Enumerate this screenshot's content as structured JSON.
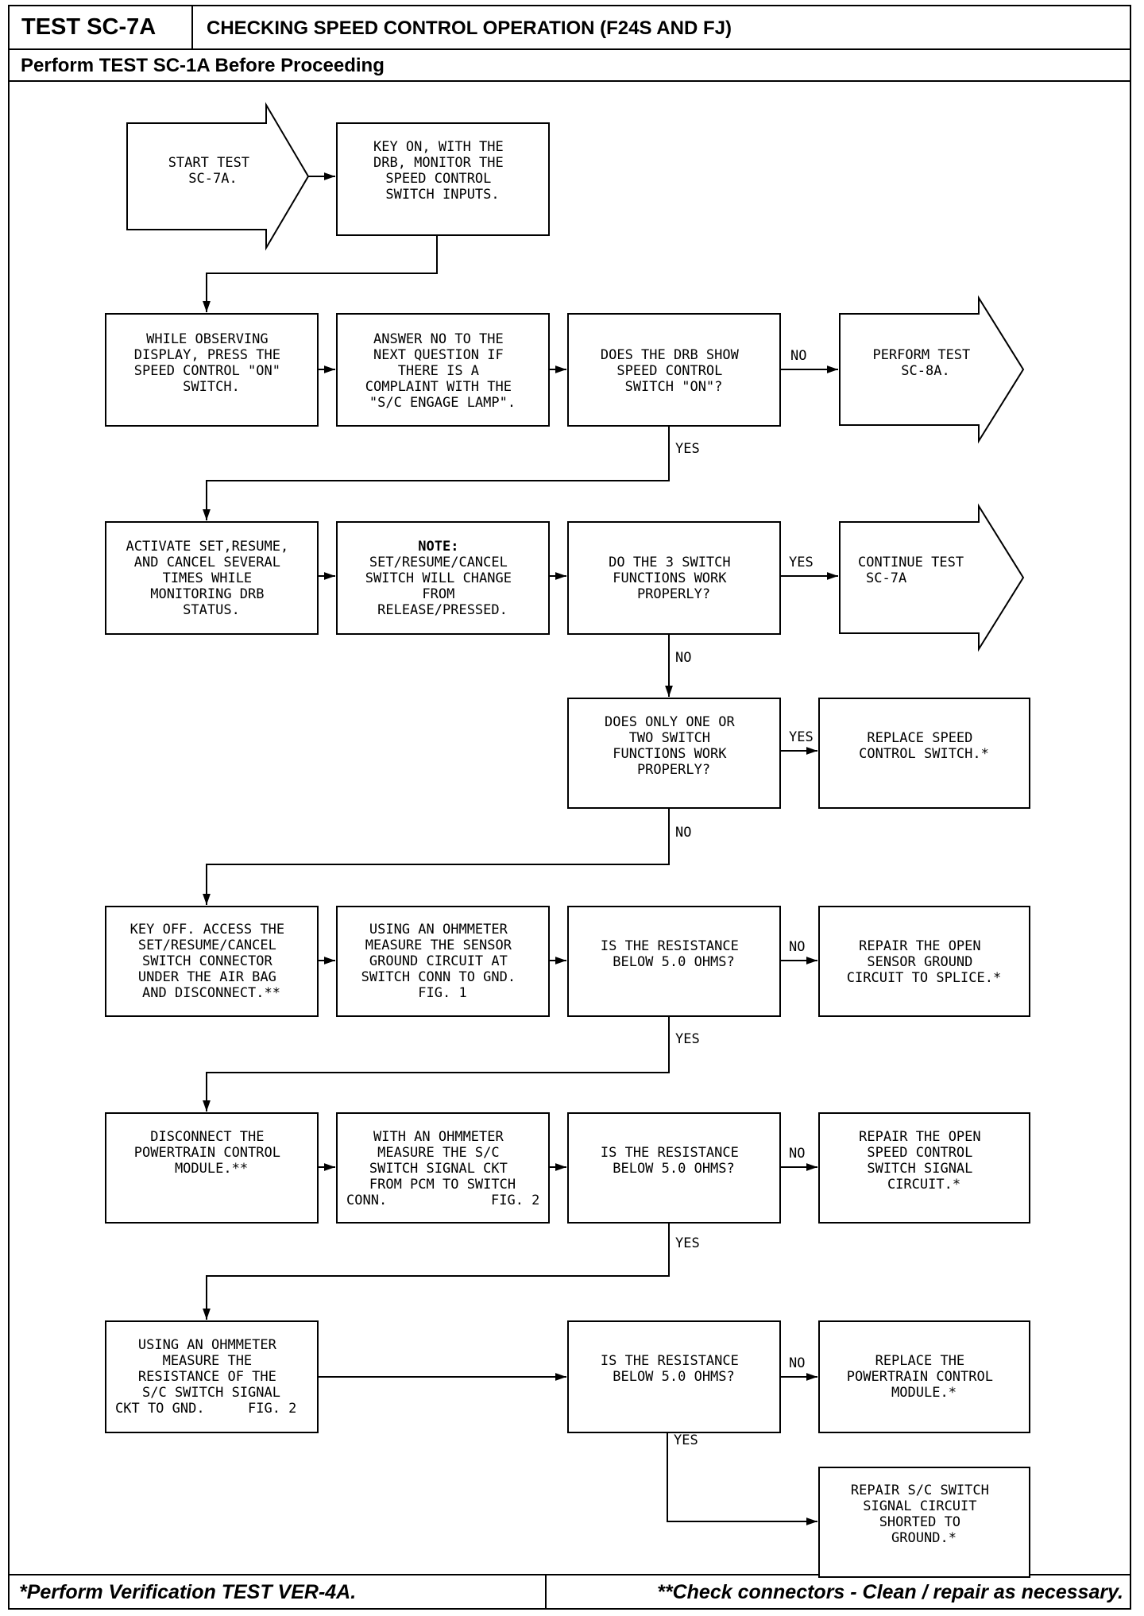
{
  "header": {
    "test_id": "TEST SC-7A",
    "title": "CHECKING SPEED CONTROL OPERATION (F24S AND FJ)",
    "prerequisite": "Perform TEST SC-1A Before Proceeding"
  },
  "footer": {
    "left_note": "*Perform Verification TEST VER-4A.",
    "right_note": "**Check connectors - Clean / repair as necessary."
  },
  "steps": {
    "start": [
      "START TEST",
      "SC-7A."
    ],
    "key_on": [
      "KEY ON, WITH THE",
      "DRB, MONITOR THE",
      "SPEED CONTROL",
      "SWITCH INPUTS."
    ],
    "press_on": [
      "WHILE OBSERVING",
      "DISPLAY, PRESS THE",
      "SPEED CONTROL \"ON\"",
      "SWITCH."
    ],
    "answer_no": [
      "ANSWER NO TO THE",
      "NEXT QUESTION IF",
      "THERE IS A",
      "COMPLAINT WITH THE",
      "\"S/C ENGAGE LAMP\"."
    ],
    "q_drb_on": [
      "DOES THE DRB SHOW",
      "SPEED CONTROL",
      "SWITCH \"ON\"?"
    ],
    "perform_sc8a": [
      "PERFORM TEST",
      "SC-8A."
    ],
    "activate": [
      "ACTIVATE SET,RESUME,",
      "AND CANCEL SEVERAL",
      "TIMES WHILE",
      "MONITORING DRB",
      "STATUS."
    ],
    "note_title": "NOTE:",
    "note": [
      "SET/RESUME/CANCEL",
      "SWITCH WILL CHANGE",
      "FROM",
      "RELEASE/PRESSED."
    ],
    "q_three": [
      "DO THE 3 SWITCH",
      "FUNCTIONS WORK",
      "PROPERLY?"
    ],
    "continue": [
      "CONTINUE TEST",
      "SC-7A"
    ],
    "q_one_two": [
      "DOES ONLY ONE OR",
      "TWO SWITCH",
      "FUNCTIONS WORK",
      "PROPERLY?"
    ],
    "replace_switch": [
      "REPLACE SPEED",
      "CONTROL SWITCH.*"
    ],
    "key_off": [
      "KEY OFF. ACCESS THE",
      "SET/RESUME/CANCEL",
      "SWITCH CONNECTOR",
      "UNDER THE AIR BAG",
      "AND DISCONNECT.**"
    ],
    "ohm_ground": [
      "USING AN OHMMETER",
      "MEASURE THE SENSOR",
      "GROUND CIRCUIT AT",
      "SWITCH CONN TO GND.",
      "FIG. 1"
    ],
    "q_res1": [
      "IS THE RESISTANCE",
      "BELOW 5.0 OHMS?"
    ],
    "repair_ground": [
      "REPAIR THE OPEN",
      "SENSOR GROUND",
      "CIRCUIT TO SPLICE.*"
    ],
    "disconnect_pcm": [
      "DISCONNECT THE",
      "POWERTRAIN CONTROL",
      "MODULE.**"
    ],
    "ohm_signal": [
      "WITH AN OHMMETER",
      "MEASURE THE S/C",
      "SWITCH SIGNAL CKT",
      "FROM PCM TO SWITCH"
    ],
    "ohm_signal_last": "CONN.",
    "fig2": "FIG. 2",
    "q_res2": [
      "IS THE RESISTANCE",
      "BELOW 5.0 OHMS?"
    ],
    "repair_signal": [
      "REPAIR THE OPEN",
      "SPEED CONTROL",
      "SWITCH SIGNAL",
      "CIRCUIT.*"
    ],
    "ohm_gnd": [
      "USING AN OHMMETER",
      "MEASURE THE",
      "RESISTANCE OF THE",
      "S/C SWITCH SIGNAL"
    ],
    "ohm_gnd_last": "CKT TO GND.",
    "q_res3": [
      "IS THE RESISTANCE",
      "BELOW 5.0 OHMS?"
    ],
    "replace_pcm": [
      "REPLACE THE",
      "POWERTRAIN CONTROL",
      "MODULE.*"
    ],
    "repair_short": [
      "REPAIR S/C SWITCH",
      "SIGNAL CIRCUIT",
      "SHORTED TO",
      "GROUND.*"
    ]
  },
  "labels": {
    "yes": "YES",
    "no": "NO"
  }
}
